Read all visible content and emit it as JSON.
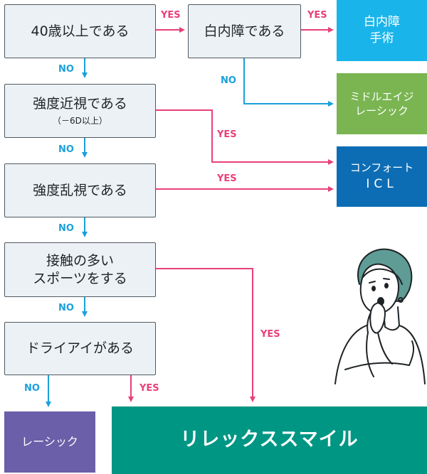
{
  "questions": {
    "q1": "40歳以上である",
    "q2": "白内障である",
    "q3": "強度近視である",
    "q3_sub": "（－6D以上）",
    "q4": "強度乱視である",
    "q5_line1": "接触の多い",
    "q5_line2": "スポーツをする",
    "q6": "ドライアイがある"
  },
  "results": {
    "cataract_line1": "白内障",
    "cataract_line2": "手術",
    "middle_line1": "ミドルエイジ",
    "middle_line2": "レーシック",
    "icl_line1": "コンフォート",
    "icl_line2": "ICL",
    "lasik": "レーシック",
    "relex": "リレックススマイル"
  },
  "labels": {
    "yes": "YES",
    "no": "NO"
  },
  "colors": {
    "yes": "#e8407a",
    "no": "#1aa0dc",
    "cataract": "#19b4ea",
    "middle": "#7ab552",
    "icl": "#0c6db5",
    "lasik": "#6a5fa8",
    "relex": "#009684"
  }
}
